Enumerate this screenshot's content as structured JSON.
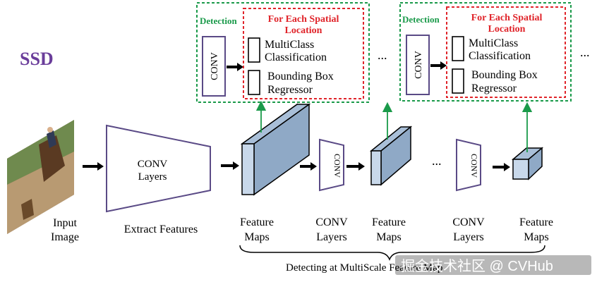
{
  "title": "SSD",
  "detection_boxes": [
    {
      "label": "Detection",
      "conv": "CONV",
      "heading_line1": "For Each Spatial",
      "heading_line2": "Location",
      "item1_line1": "MultiClass",
      "item1_line2": "Classification",
      "item2_line1": "Bounding Box",
      "item2_line2": "Regressor"
    },
    {
      "label": "Detection",
      "conv": "CONV",
      "heading_line1": "For Each Spatial",
      "heading_line2": "Location",
      "item1_line1": "MultiClass",
      "item1_line2": "Classification",
      "item2_line1": "Bounding Box",
      "item2_line2": "Regressor"
    }
  ],
  "ellipsis": "...",
  "input_label": [
    "Input",
    "Image"
  ],
  "backbone": {
    "line1": "CONV",
    "line2": "Layers",
    "caption": "Extract Features"
  },
  "small_conv": "CONV",
  "feature_maps_label": [
    "Feature",
    "Maps"
  ],
  "conv_layers_label": [
    "CONV",
    "Layers"
  ],
  "footer": "Detecting at MultiScale Feature Map",
  "watermark": "掘金技术社区 @ CVHub",
  "colors": {
    "title": "#6a3d9a",
    "green": "#1a9a4a",
    "red": "#e0242a",
    "fm_front": "#c8d8ea",
    "fm_top": "#a9bfd8",
    "fm_side": "#8fa9c6"
  }
}
